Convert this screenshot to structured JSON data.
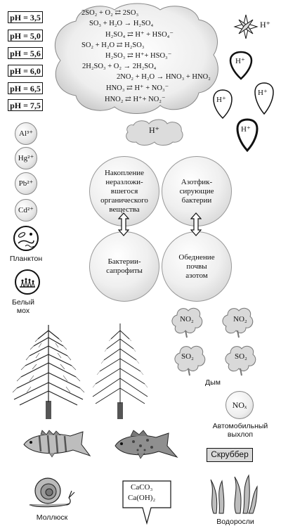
{
  "ph_values": [
    "pH = 3,5",
    "pH = 5,0",
    "pH = 5,6",
    "pH = 6,0",
    "pH = 6,5",
    "pH = 7,5"
  ],
  "cloud_equations": [
    "2SO₂ + O₂ ⇄ 2SO₃",
    "SO₃ + H₂O → H₂SO₄",
    "H₂SO₄ ⇄ H⁺ + HSO₄⁻",
    "SO₂ + H₂O ⇄ H₂SO₃",
    "H₂SO₃ ⇄ H⁺+ HSO₃⁻",
    "2H₂SO₃ + O₂ → 2H₂SO₄",
    "2NO₂ + H₂O → HNO₃ + HNO₂",
    "HNO₃ ⇄ H⁺ + NO₃⁻",
    "HNO₂ ⇄ H⁺+ NO₂⁻"
  ],
  "h_plus": "H⁺",
  "small_cloud_label": "H⁺",
  "metal_ions": [
    "Al³⁺",
    "Hg²⁺",
    "Pb²⁺",
    "Cd²⁺"
  ],
  "plankton_label": "Планктон",
  "moss_label": "Белый мох",
  "circles": {
    "accumulation": "Накопление неразложи-вшегося органического вещества",
    "nitrogen_fixing": "Азотфик-сирующие бактерии",
    "saprophytes": "Бактерии-сапрофиты",
    "depletion": "Обеднение почвы азотом"
  },
  "smoke_particles": [
    "NO₂",
    "NO₂",
    "SO₂",
    "SO₂"
  ],
  "smoke_label": "Дым",
  "nox_label": "NOₓ",
  "exhaust_label": "Автомобильный выхлоп",
  "scrubber_label": "Скруббер",
  "snail_label": "Моллюск",
  "lime_line1": "CaCO₃",
  "lime_line2": "Ca(OH)₂",
  "algae_label": "Водоросли"
}
